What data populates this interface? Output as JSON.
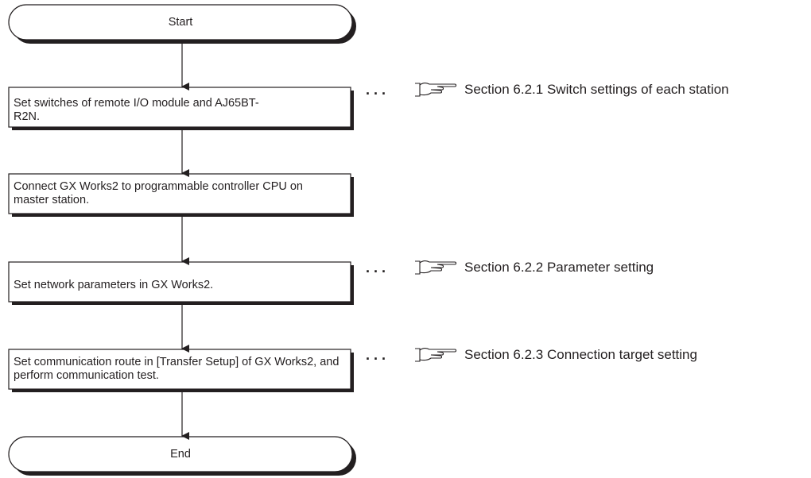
{
  "flowchart": {
    "start_label": "Start",
    "end_label": "End",
    "steps": [
      {
        "text": "Set switches of remote I/O module and AJ65BT-R2N.",
        "reference": "Section 6.2.1 Switch settings of each station"
      },
      {
        "text": "Connect GX Works2 to programmable controller CPU on master station.",
        "reference": ""
      },
      {
        "text": "Set network parameters in GX Works2.",
        "reference": "Section 6.2.2 Parameter setting"
      },
      {
        "text": "Set communication route in [Transfer Setup] of GX Works2, and perform communication test.",
        "reference": "Section 6.2.3 Connection target setting"
      }
    ],
    "reference_dots": ". . .",
    "reference_icon": "pointing-hand-icon",
    "colors": {
      "line": "#231f20",
      "shadow": "#231f20",
      "fill": "#ffffff"
    }
  }
}
